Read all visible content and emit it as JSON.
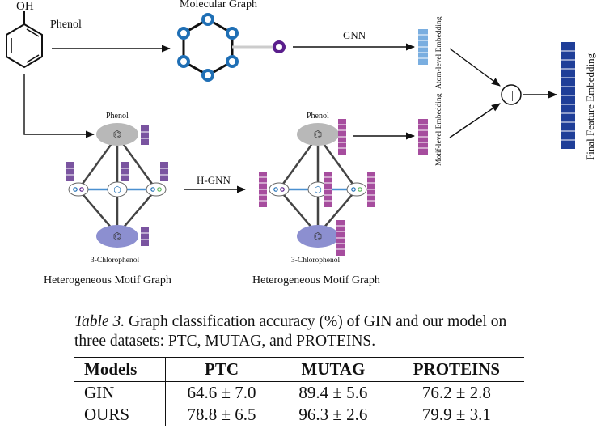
{
  "figure": {
    "phenol_top_label": "Phenol",
    "oh_label": "OH",
    "molecular_graph_label": "Molecular Graph",
    "gnn_label": "GNN",
    "atom_embedding_label": "Atom-level Embedding",
    "motif_embedding_label": "Motif-level Embedding",
    "final_embedding_label": "Final Feature Embedding",
    "concat_symbol": "||",
    "hgnn_label": "H-GNN",
    "left_graph": {
      "top_node_label": "Phenol",
      "bottom_node_label": "3-Chlorophenol",
      "caption": "Heterogeneous Motif Graph"
    },
    "right_graph": {
      "top_node_label": "Phenol",
      "bottom_node_label": "3-Chlorophenol",
      "caption": "Heterogeneous Motif Graph"
    },
    "colors": {
      "node_blue": "#1f6fb5",
      "node_purple": "#5a1e8c",
      "atom_embed": "#7aaee0",
      "motif_embed": "#a64d9e",
      "motif_embed_left": "#7a54a0",
      "final_embed": "#1f3e98",
      "motif_ellipse_gray": "#b8b8b8",
      "motif_ellipse_blue": "#8c8fd0"
    }
  },
  "caption": {
    "label": "Table 3.",
    "text": "Graph classification accuracy (%) of GIN and our model on three datasets: PTC, MUTAG, and PROTEINS."
  },
  "table": {
    "headers": [
      "Models",
      "PTC",
      "MUTAG",
      "PROTEINS"
    ],
    "rows": [
      [
        "GIN",
        "64.6 ± 7.0",
        "89.4 ± 5.6",
        "76.2 ± 2.8"
      ],
      [
        "OURS",
        "78.8 ± 6.5",
        "96.3 ± 2.6",
        "79.9 ± 3.1"
      ]
    ]
  }
}
